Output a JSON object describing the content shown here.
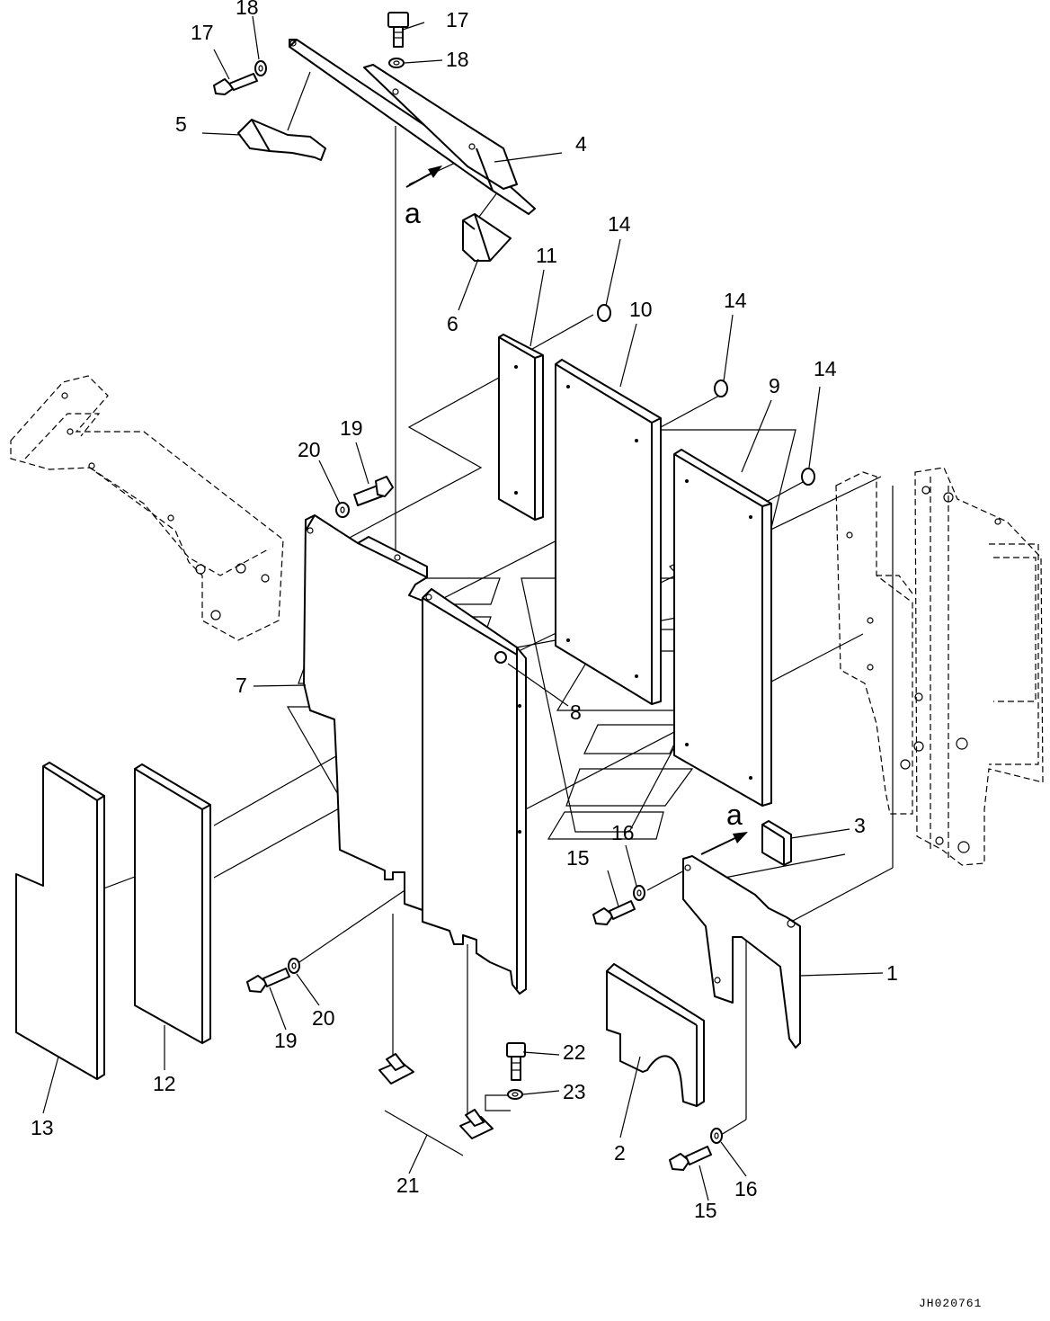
{
  "diagram": {
    "drawing_code": "JH020761",
    "view_marker": "a",
    "part_callouts": [
      "1",
      "2",
      "3",
      "4",
      "5",
      "6",
      "7",
      "8",
      "9",
      "10",
      "11",
      "12",
      "13",
      "14",
      "15",
      "16",
      "17",
      "18",
      "19",
      "20",
      "21",
      "22",
      "23"
    ]
  },
  "labels": {
    "l1": "1",
    "l2": "2",
    "l3": "3",
    "l4": "4",
    "l5": "5",
    "l6": "6",
    "l7": "7",
    "l8": "8",
    "l9": "9",
    "l10": "10",
    "l11": "11",
    "l12": "12",
    "l13": "13",
    "l14a": "14",
    "l14b": "14",
    "l14c": "14",
    "l15a": "15",
    "l15b": "15",
    "l16a": "16",
    "l16b": "16",
    "l17a": "17",
    "l17b": "17",
    "l18a": "18",
    "l18b": "18",
    "l19a": "19",
    "l19b": "19",
    "l20a": "20",
    "l20b": "20",
    "l21": "21",
    "l22": "22",
    "l23": "23",
    "view_a_top": "a",
    "view_a_bottom": "a",
    "code": "JH020761"
  }
}
